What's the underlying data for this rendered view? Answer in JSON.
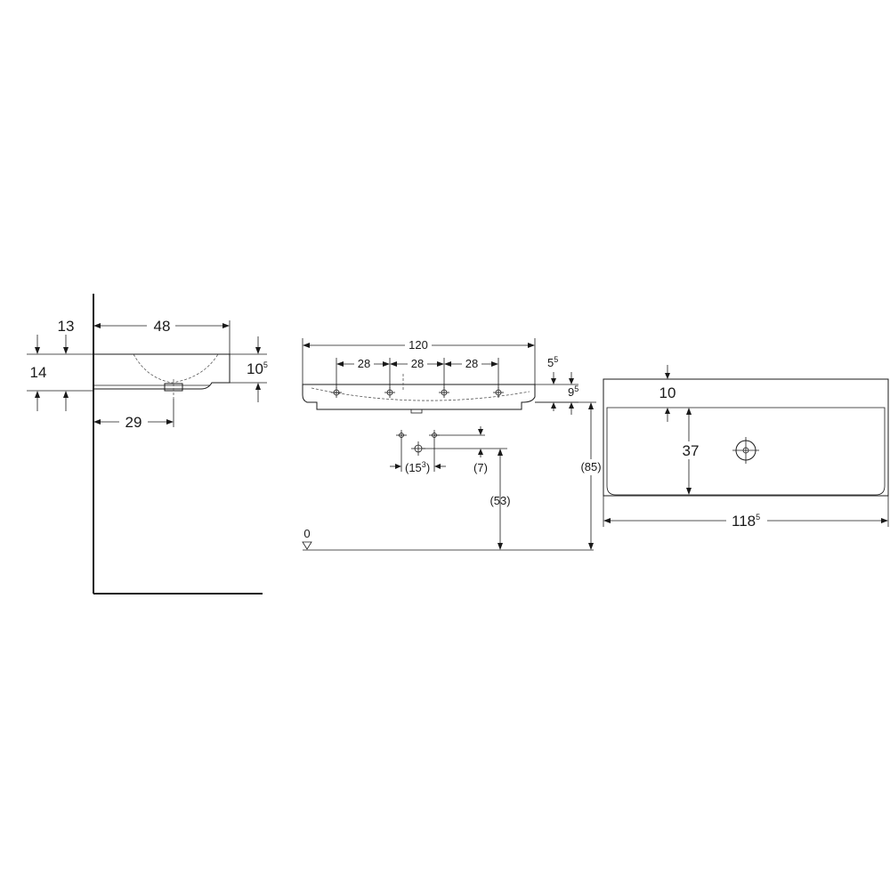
{
  "side_view": {
    "dim_top_offset": "13",
    "dim_depth": "48",
    "dim_height": "14",
    "dim_right_height_main": "10",
    "dim_right_height_sup": "5",
    "dim_drain_offset": "29"
  },
  "front_view": {
    "dim_width": "120",
    "dim_spacing_1": "28",
    "dim_spacing_2": "28",
    "dim_spacing_3": "28",
    "dim_top_rim_main": "5",
    "dim_top_rim_sup": "5",
    "dim_thickness_main": "9",
    "dim_thickness_sup": "5",
    "dim_supply_spacing_open": "(15",
    "dim_supply_spacing_sup": "3",
    "dim_supply_spacing_close": ")",
    "dim_drop": "(7)",
    "dim_supply_height": "(53)",
    "dim_total_height": "(85)",
    "floor_level": "0"
  },
  "top_view": {
    "dim_back_rim": "10",
    "dim_bowl_depth": "37",
    "dim_width_main": "118",
    "dim_width_sup": "5"
  }
}
